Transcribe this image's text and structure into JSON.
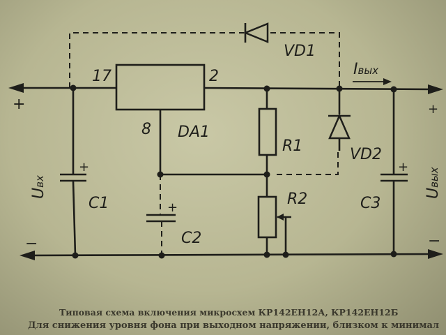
{
  "diagram": {
    "chip": {
      "name": "DA1",
      "pin_in": "17",
      "pin_out": "2",
      "pin_adj": "8"
    },
    "components": {
      "vd1": "VD1",
      "vd2": "VD2",
      "r1": "R1",
      "r2": "R2",
      "c1": "C1",
      "c2": "C2",
      "c3": "C3"
    },
    "u_in": {
      "main": "U",
      "sub": "вх"
    },
    "u_out": {
      "main": "U",
      "sub": "вых"
    },
    "i_out": {
      "main": "I",
      "sub": "вых"
    },
    "polarity": {
      "plus": "+",
      "minus": "−"
    }
  },
  "caption": {
    "line1": "Типовая схема включения микросхем КР142ЕН12А, КР142ЕН12Б",
    "line2": "Для снижения уровня фона при выходном напряжении, близком к минимал"
  }
}
